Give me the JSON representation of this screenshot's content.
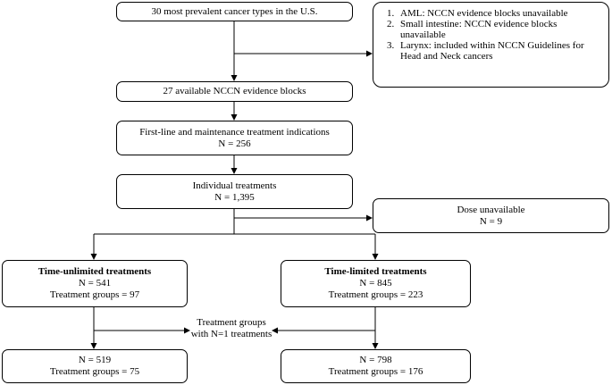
{
  "top_box": {
    "line1": "30 most prevalent cancer types in the U.S."
  },
  "exclusion_notes": {
    "items": [
      "AML: NCCN evidence blocks unavailable",
      "Small intestine: NCCN evidence blocks unavailable",
      "Larynx: included within NCCN Guidelines for Head and Neck cancers"
    ]
  },
  "evidence_box": {
    "line1": "27 available NCCN evidence blocks"
  },
  "indications_box": {
    "line1": "First-line and maintenance treatment indications",
    "line2": "N = 256"
  },
  "individual_box": {
    "line1": "Individual treatments",
    "line2": "N = 1,395"
  },
  "dose_box": {
    "line1": "Dose unavailable",
    "line2": "N = 9"
  },
  "unlimited_box": {
    "title": "Time-unlimited treatments",
    "line2": "N = 541",
    "line3": "Treatment groups = 97"
  },
  "limited_box": {
    "title": "Time-limited treatments",
    "line2": "N = 845",
    "line3": "Treatment groups = 223"
  },
  "n1_label": {
    "line1": "Treatment groups",
    "line2": "with N=1 treatments"
  },
  "unlimited_result_box": {
    "line1": "N = 519",
    "line2": "Treatment groups = 75"
  },
  "limited_result_box": {
    "line1": "N = 798",
    "line2": "Treatment groups = 176"
  }
}
